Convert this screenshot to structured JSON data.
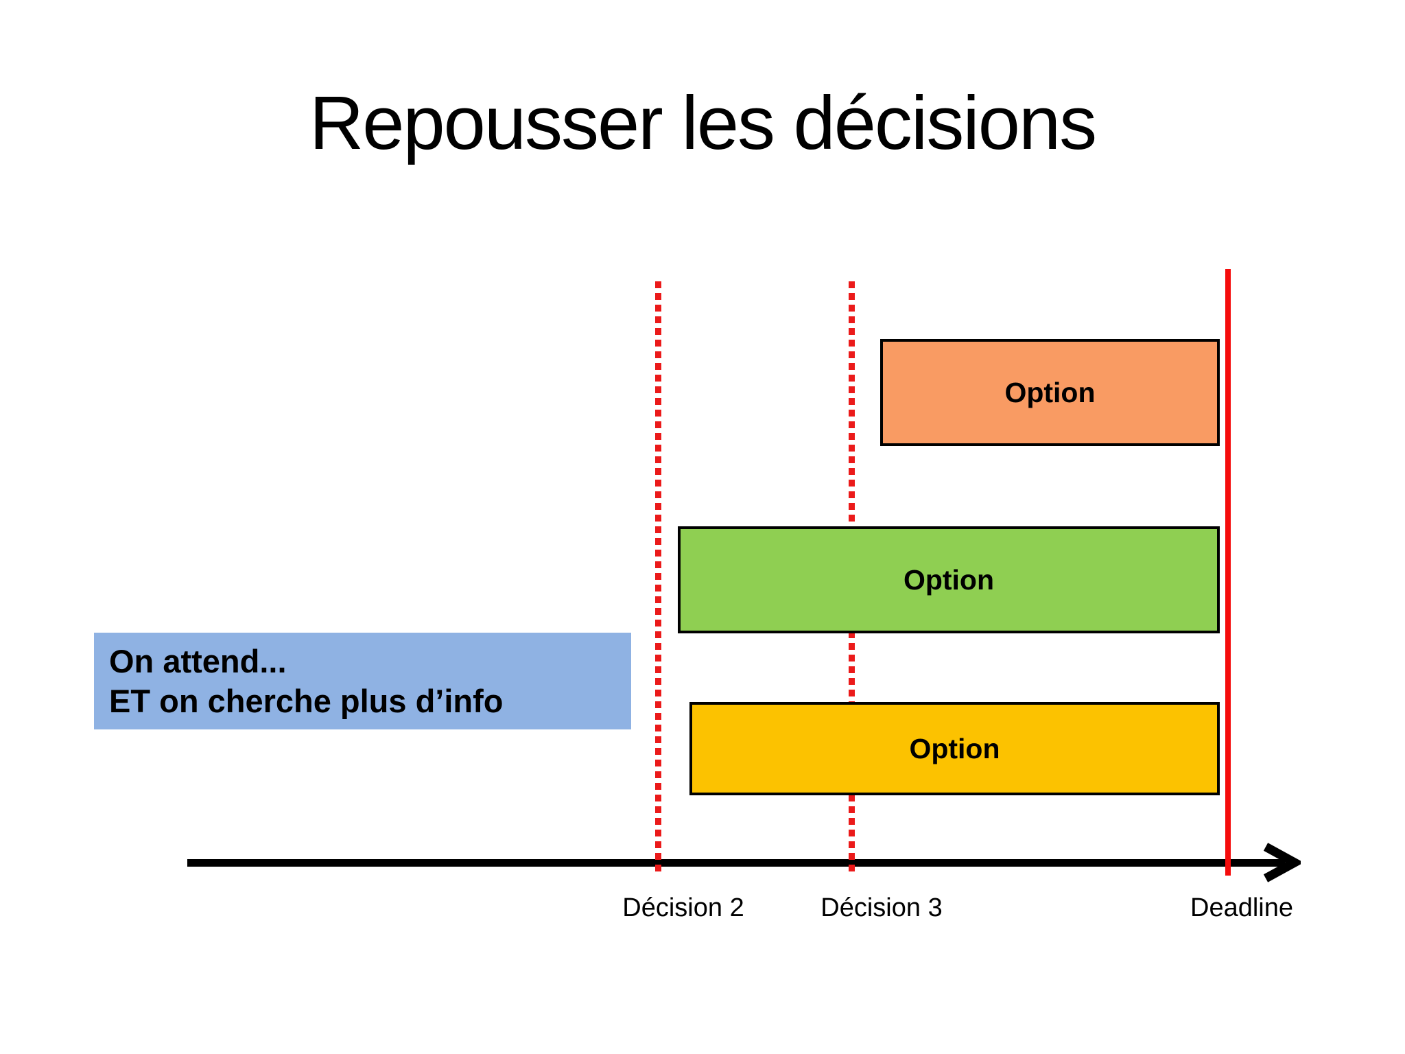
{
  "title": "Repousser les décisions",
  "note_box": {
    "lines": [
      "On attend...",
      "ET on cherche plus d’info"
    ],
    "bg_color": "#8FB2E3"
  },
  "bars": [
    {
      "id": "orange",
      "label": "Option",
      "fill": "#F99B63"
    },
    {
      "id": "green",
      "label": "Option",
      "fill": "#8FCF52"
    },
    {
      "id": "yellow",
      "label": "Option",
      "fill": "#FCC200"
    }
  ],
  "timeline": {
    "markers": [
      {
        "label": "Décision 2",
        "style": "dotted",
        "color": "#EB1A1A"
      },
      {
        "label": "Décision 3",
        "style": "dotted",
        "color": "#EB1A1A"
      },
      {
        "label": "Deadline",
        "style": "solid",
        "color": "#F50C0C"
      }
    ],
    "axis_color": "#000000"
  }
}
